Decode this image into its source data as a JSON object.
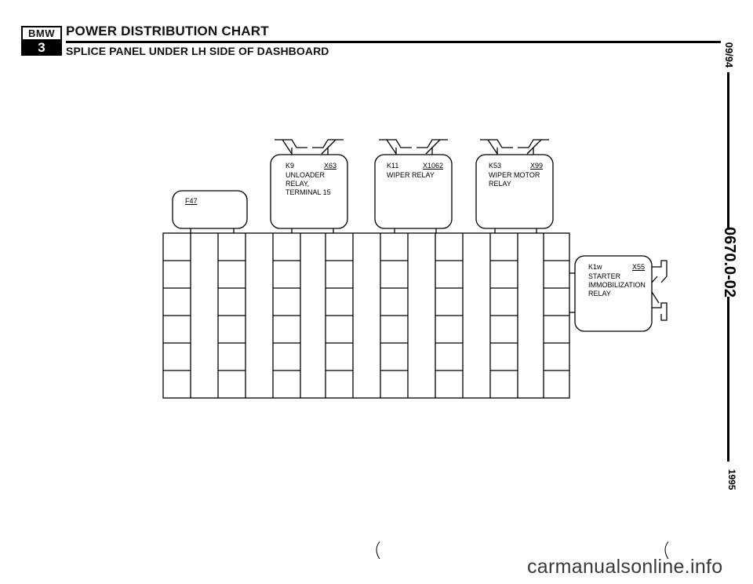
{
  "header": {
    "logo_top": "BMW",
    "logo_bottom": "3",
    "title": "POWER DISTRIBUTION CHART",
    "subtitle": "SPLICE PANEL UNDER LH SIDE OF DASHBOARD"
  },
  "margin": {
    "date": "09/94",
    "doc_number": "0670.0-02",
    "year": "1995"
  },
  "components": [
    {
      "code": "F47",
      "name_lines": []
    },
    {
      "code": "K9",
      "connector": "X63",
      "name_lines": [
        "UNLOADER",
        "RELAY,",
        "TERMINAL 15"
      ]
    },
    {
      "code": "K11",
      "connector": "X1062",
      "name_lines": [
        "WIPER RELAY"
      ]
    },
    {
      "code": "K53",
      "connector": "X99",
      "name_lines": [
        "WIPER MOTOR",
        "RELAY"
      ]
    },
    {
      "code": "K1w",
      "connector": "X55",
      "name_lines": [
        "STARTER",
        "IMMOBILIZATION",
        "RELAY"
      ]
    }
  ],
  "footer": {
    "watermark": "carmanualsonline.info"
  }
}
